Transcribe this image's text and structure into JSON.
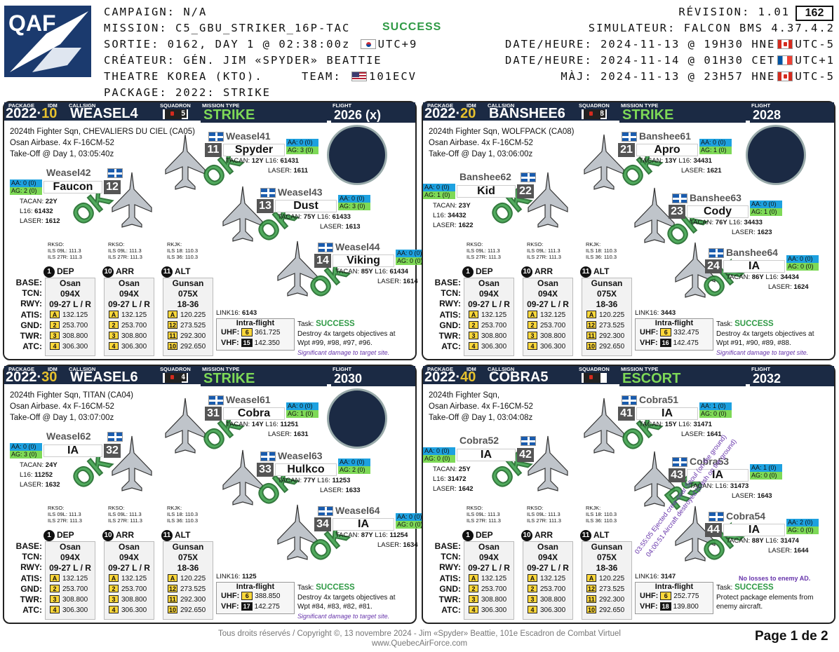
{
  "header": {
    "logo": "QAF",
    "left": [
      {
        "k": "CAMPAIGN:",
        "v": "N/A"
      },
      {
        "k": "MISSION:",
        "v": "C5_GBU_STRIKER_16P-TAC"
      },
      {
        "k": "SORTIE:",
        "v": "0162, DAY 1 @ 02:38:00z",
        "flag": "kr",
        "tz": "UTC+9"
      },
      {
        "k": "CRÉATEUR:",
        "v": "GÉN. JIM «SPYDER» BEATTIE"
      },
      {
        "k": "THEATRE",
        "v": "KOREA (KTO)."
      },
      {
        "k": "PACKAGE:",
        "v": "2022: STRIKE"
      }
    ],
    "team_label": "TEAM:",
    "team_value": "101ECV",
    "status": "SUCCESS",
    "right": [
      {
        "k": "RÉVISION:",
        "v": "1.01"
      },
      {
        "k": "SIMULATEUR:",
        "v": "FALCON BMS 4.37.4.2"
      },
      {
        "k": "DATE/HEURE:",
        "v": "2024-11-13 @ 19H30",
        "tz": "HNE",
        "tz2": "UTC-5",
        "flag": "ca"
      },
      {
        "k": "DATE/HEURE:",
        "v": "2024-11-14 @ 01H30",
        "tz": "CET",
        "tz2": "UTC+1",
        "flag": "fr"
      },
      {
        "k": "MÀJ:",
        "v": "2024-11-13 @ 23H57",
        "tz": "HNE",
        "tz2": "UTC-5",
        "flag": "ca"
      }
    ],
    "page_number": "162"
  },
  "labels": {
    "package": "PACKAGE",
    "idm": "IDM",
    "callsign": "CALLSIGN",
    "squadron": "SQUADRON",
    "mission_type": "MISSION TYPE",
    "flight": "FLIGHT",
    "dep": "DEP",
    "arr": "ARR",
    "alt": "ALT",
    "intra": "Intra-flight",
    "uhf": "UHF:",
    "vhf": "VHF:",
    "task": "Task:",
    "ok": "OK",
    "rs": "RS"
  },
  "rows": [
    "BASE:",
    "TCN:",
    "RWY:",
    "ATIS:",
    "GND:",
    "TWR:",
    "ATC:"
  ],
  "airfields": [
    {
      "code": "RKSO:",
      "l1": "ILS 09L: 111.3",
      "l2": "ILS 27R: 111.3"
    },
    {
      "code": "RKSO:",
      "l1": "ILS 09L: 111.3",
      "l2": "ILS 27R: 111.3"
    },
    {
      "code": "RKJK:",
      "l1": "ILS 18: 110.3",
      "l2": "ILS 36: 110.3"
    }
  ],
  "bases": [
    {
      "n": "1",
      "name": "Osan",
      "tcn": "094X",
      "rwy": "09-27 L / R",
      "f": [
        [
          "A",
          "132.125"
        ],
        [
          "2",
          "253.700"
        ],
        [
          "3",
          "308.800"
        ],
        [
          "4",
          "306.300"
        ]
      ]
    },
    {
      "n": "10",
      "name": "Osan",
      "tcn": "094X",
      "rwy": "09-27 L / R",
      "f": [
        [
          "A",
          "132.125"
        ],
        [
          "2",
          "253.700"
        ],
        [
          "3",
          "308.800"
        ],
        [
          "4",
          "306.300"
        ]
      ]
    },
    {
      "n": "11",
      "name": "Gunsan",
      "tcn": "075X",
      "rwy": "18-36",
      "f": [
        [
          "A",
          "120.225"
        ],
        [
          "12",
          "273.525"
        ],
        [
          "11",
          "292.300"
        ],
        [
          "10",
          "292.650"
        ]
      ]
    }
  ],
  "flights": [
    {
      "pkg": "2022",
      "idm": "10",
      "callsign": "WEASEL4",
      "sq_num": "5",
      "mission": "STRIKE",
      "flight": "2026 (x)",
      "squadron": "2024th Fighter Sqn, CHEVALIERS DU CIEL (CA05)",
      "base": "Osan Airbase. 4x F-16CM-52",
      "takeoff": "Take-Off @ Day 1, 03:05:40z",
      "ac": [
        {
          "cs": "Weasel41",
          "num": "11",
          "name": "Spyder",
          "aa": "AA: 0 (0)",
          "ag": "AG: 3 (0)",
          "tacan": "12Y",
          "l16": "61431",
          "laser": "1611"
        },
        {
          "cs": "Weasel42",
          "num": "12",
          "name": "Faucon",
          "aa": "AA: 0 (0)",
          "ag": "AG: 2 (0)",
          "tacan": "22Y",
          "l16": "61432",
          "laser": "1612"
        },
        {
          "cs": "Weasel43",
          "num": "13",
          "name": "Dust",
          "aa": "AA: 0 (0)",
          "ag": "AG: 3 (0)",
          "tacan": "75Y",
          "l16": "61433",
          "laser": "1613"
        },
        {
          "cs": "Weasel44",
          "num": "14",
          "name": "Viking",
          "aa": "AA: 0 (0)",
          "ag": "AG: 0 (0)",
          "tacan": "85Y",
          "l16": "61434",
          "laser": "1614"
        }
      ],
      "link16": "6143",
      "uhf_ch": "6",
      "uhf": "361.725",
      "vhf_ch": "15",
      "vhf": "142.350",
      "task_status": "SUCCESS",
      "task": "Destroy 4x targets objectives at Wpt #99, #98, #97, #96.",
      "damage": "Significant damage to target site."
    },
    {
      "pkg": "2022",
      "idm": "20",
      "callsign": "BANSHEE6",
      "sq_num": "8",
      "mission": "STRIKE",
      "flight": "2028",
      "squadron": "2024th Fighter Sqn, WOLFPACK (CA08)",
      "base": "Osan Airbase. 4x F-16CM-52",
      "takeoff": "Take-Off @ Day 1, 03:06:00z",
      "ac": [
        {
          "cs": "Banshee61",
          "num": "21",
          "name": "Apro",
          "aa": "AA: 0 (0)",
          "ag": "AG: 1 (0)",
          "tacan": "13Y",
          "l16": "34431",
          "laser": "1621"
        },
        {
          "cs": "Banshee62",
          "num": "22",
          "name": "Kid",
          "aa": "AA: 0 (0)",
          "ag": "AG: 1 (0)",
          "tacan": "23Y",
          "l16": "34432",
          "laser": "1622"
        },
        {
          "cs": "Banshee63",
          "num": "23",
          "name": "Cody",
          "aa": "AA: 0 (0)",
          "ag": "AG: 1 (0)",
          "tacan": "76Y",
          "l16": "34433",
          "laser": "1623"
        },
        {
          "cs": "Banshee64",
          "num": "24",
          "name": "IA",
          "aa": "AA: 0 (0)",
          "ag": "AG: 0 (0)",
          "tacan": "86Y",
          "l16": "34434",
          "laser": "1624"
        }
      ],
      "link16": "3443",
      "uhf_ch": "6",
      "uhf": "332.475",
      "vhf_ch": "16",
      "vhf": "142.475",
      "task_status": "SUCCESS",
      "task": "Destroy 4x targets objectives at Wpt #91, #90, #89, #88.",
      "damage": "Significant damage to target site."
    },
    {
      "pkg": "2022",
      "idm": "30",
      "callsign": "WEASEL6",
      "sq_num": "4",
      "mission": "STRIKE",
      "flight": "2030",
      "squadron": "2024th Fighter Sqn, TITAN (CA04)",
      "base": "Osan Airbase. 4x F-16CM-52",
      "takeoff": "Take-Off @ Day 1, 03:07:00z",
      "ac": [
        {
          "cs": "Weasel61",
          "num": "31",
          "name": "Cobra",
          "aa": "AA: 0 (0)",
          "ag": "AG: 1 (0)",
          "tacan": "14Y",
          "l16": "11251",
          "laser": "1631"
        },
        {
          "cs": "Weasel62",
          "num": "32",
          "name": "IA",
          "aa": "AA: 0 (0)",
          "ag": "AG: 3 (0)",
          "tacan": "24Y",
          "l16": "11252",
          "laser": "1632"
        },
        {
          "cs": "Weasel63",
          "num": "33",
          "name": "Hulkco",
          "aa": "AA: 0 (0)",
          "ag": "AG: 2 (0)",
          "tacan": "77Y",
          "l16": "11253",
          "laser": "1633"
        },
        {
          "cs": "Weasel64",
          "num": "34",
          "name": "IA",
          "aa": "AA: 0 (0)",
          "ag": "AG: 0 (0)",
          "tacan": "87Y",
          "l16": "11254",
          "laser": "1634"
        }
      ],
      "link16": "1125",
      "uhf_ch": "6",
      "uhf": "388.850",
      "vhf_ch": "17",
      "vhf": "142.275",
      "task_status": "SUCCESS",
      "task": "Destroy 4x targets objectives at Wpt #84, #83, #82, #81.",
      "damage": "Significant damage to target site."
    },
    {
      "pkg": "2022",
      "idm": "40",
      "callsign": "COBRA5",
      "sq_num": "",
      "mission": "ESCORT",
      "flight": "2032",
      "squadron": "2024th Fighter Sqn,",
      "base": "Osan Airbase. 4x F-16CM-52",
      "takeoff": "Take-Off @ Day 1, 03:04:08z",
      "ac": [
        {
          "cs": "Cobra51",
          "num": "41",
          "name": "IA",
          "aa": "AA: 1 (0)",
          "ag": "AG: 0 (0)",
          "tacan": "15Y",
          "l16": "31471",
          "laser": "1641"
        },
        {
          "cs": "Cobra52",
          "num": "42",
          "name": "IA",
          "aa": "AA: 0 (0)",
          "ag": "AG: 0 (0)",
          "tacan": "25Y",
          "l16": "31472",
          "laser": "1642"
        },
        {
          "cs": "Cobra53",
          "num": "43",
          "name": "IA",
          "aa": "AA: 1 (0)",
          "ag": "AG: 0 (0)",
          "tacan": "",
          "l16": "31473",
          "laser": "1643"
        },
        {
          "cs": "Cobra54",
          "num": "44",
          "name": "IA",
          "aa": "AA: 2 (0)",
          "ag": "AG: 0 (0)",
          "tacan": "88Y",
          "l16": "31474",
          "laser": "1644"
        }
      ],
      "link16": "3147",
      "uhf_ch": "6",
      "uhf": "252.775",
      "vhf_ch": "18",
      "vhf": "139.800",
      "task_status": "SUCCESS",
      "task": "Protect package elements from enemy aircraft.",
      "damage": "",
      "note": "No losses to enemy AD.",
      "diag1": "03:55:05 Ejected crew near Seoul (on the ground)",
      "diag2": "04:00:51 Aircraft destroyed (crash on the ground)"
    }
  ],
  "footer": {
    "line1": "Tous droits réservés / Copyright ©, 13 novembre 2024 - Jim «Spyder» Beattie, 101e Escadron de Combat Virtuel",
    "line2": "www.QuebecAirForce.com",
    "page": "Page 1 de 2"
  }
}
